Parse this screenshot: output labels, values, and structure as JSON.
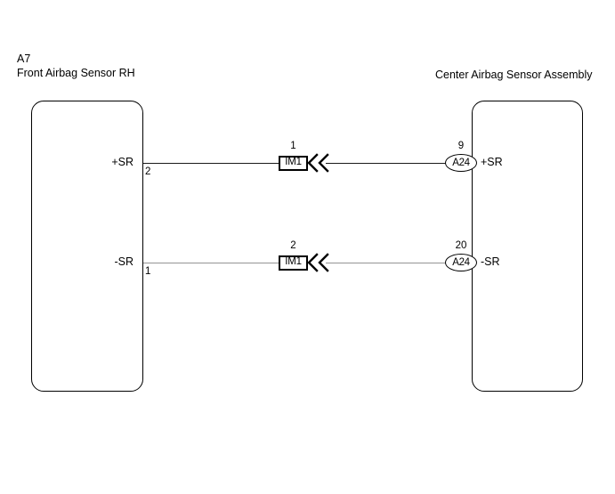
{
  "diagram": {
    "components": {
      "left": {
        "code": "A7",
        "name": "Front Airbag Sensor RH"
      },
      "right": {
        "code": "",
        "name": "Center Airbag Sensor Assembly"
      }
    },
    "circuits": [
      {
        "signal": "+SR",
        "left_terminal_label": "+SR",
        "left_pin": "2",
        "inline_connector_name": "IM1",
        "inline_connector_pin": "1",
        "right_connector_name": "A24",
        "right_pin": "9",
        "right_terminal_label": "+SR",
        "wire_color": "#1a1a1a"
      },
      {
        "signal": "-SR",
        "left_terminal_label": "-SR",
        "left_pin": "1",
        "inline_connector_name": "IM1",
        "inline_connector_pin": "2",
        "right_connector_name": "A24",
        "right_pin": "20",
        "right_terminal_label": "-SR",
        "wire_color": "#949494"
      }
    ]
  }
}
